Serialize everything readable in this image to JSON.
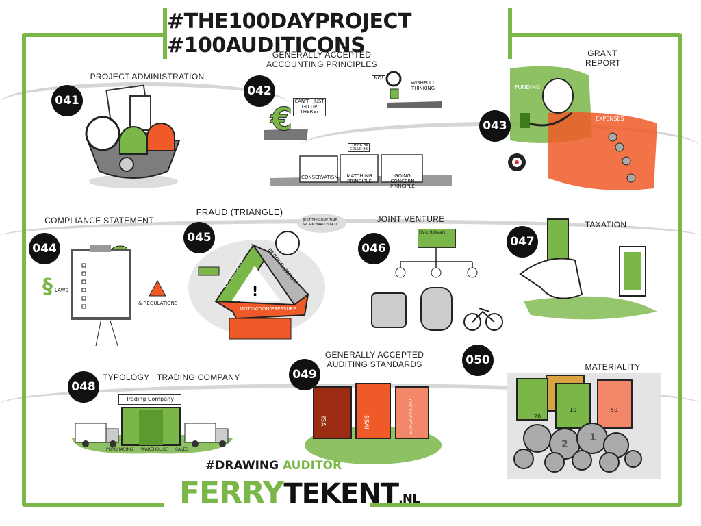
{
  "title": "#THE100DAYPROJECT  #100AUDITICONS",
  "colors": {
    "green": "#7ab648",
    "orange": "#f05a28",
    "dark": "#111111",
    "gray": "#d6d6d6"
  },
  "icons": [
    {
      "number": "041",
      "title": "Project Administration"
    },
    {
      "number": "042",
      "title": "Generally Accepted Accounting Principles",
      "speech_euro": "Can't I just go up there?",
      "speech_magnifier": "No!",
      "sign": "Wishfull thinking",
      "speech_box": "I think he could be",
      "bins": [
        "Conservatism",
        "Matching principle",
        "Going concern principle"
      ]
    },
    {
      "number": "043",
      "title": "Grant Report",
      "labels": [
        "Funding",
        "Expenses"
      ]
    },
    {
      "number": "044",
      "title": "Compliance Statement",
      "labels": [
        "Laws",
        "& Regulations"
      ]
    },
    {
      "number": "045",
      "title": "Fraud (Triangle)",
      "thought": "Just this one time, I work hard for it...",
      "sides": [
        "Opportunity",
        "Rationalization",
        "Motivation/Pressure"
      ]
    },
    {
      "number": "046",
      "title": "Joint Venture",
      "card": "OV-chipkaart"
    },
    {
      "number": "047",
      "title": "Taxation"
    },
    {
      "number": "048",
      "title": "Typology : Trading Company",
      "sign": "Trading Company",
      "labels": [
        "Purchasing",
        "Warehouse",
        "Sales"
      ]
    },
    {
      "number": "049",
      "title": "Generally Accepted Auditing Standards",
      "books": [
        "ISA",
        "ISSAI",
        "Code of ethics"
      ]
    },
    {
      "number": "050",
      "title": "Materiality",
      "values": [
        "20",
        "10",
        "50",
        "2",
        "1"
      ]
    }
  ],
  "logo": {
    "hashtag": "#DRAWING",
    "hashtag_accent": "AUDITOR",
    "brand_green": "FERRY",
    "brand_dark": "TEKENT",
    "brand_suffix": ".NL"
  }
}
